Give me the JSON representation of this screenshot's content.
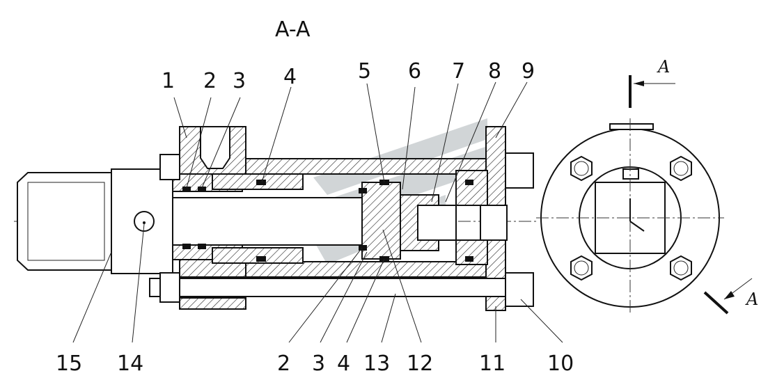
{
  "title": "A-A",
  "top_labels": [
    "1",
    "2",
    "3",
    "4",
    "5",
    "6",
    "7",
    "8",
    "9"
  ],
  "bottom_labels": [
    "15",
    "14",
    "2",
    "3",
    "4",
    "13",
    "12",
    "11",
    "10"
  ],
  "section_marks": [
    "A",
    "A"
  ],
  "colors": {
    "line": "#111111",
    "watermark": "#9aa3a8"
  }
}
